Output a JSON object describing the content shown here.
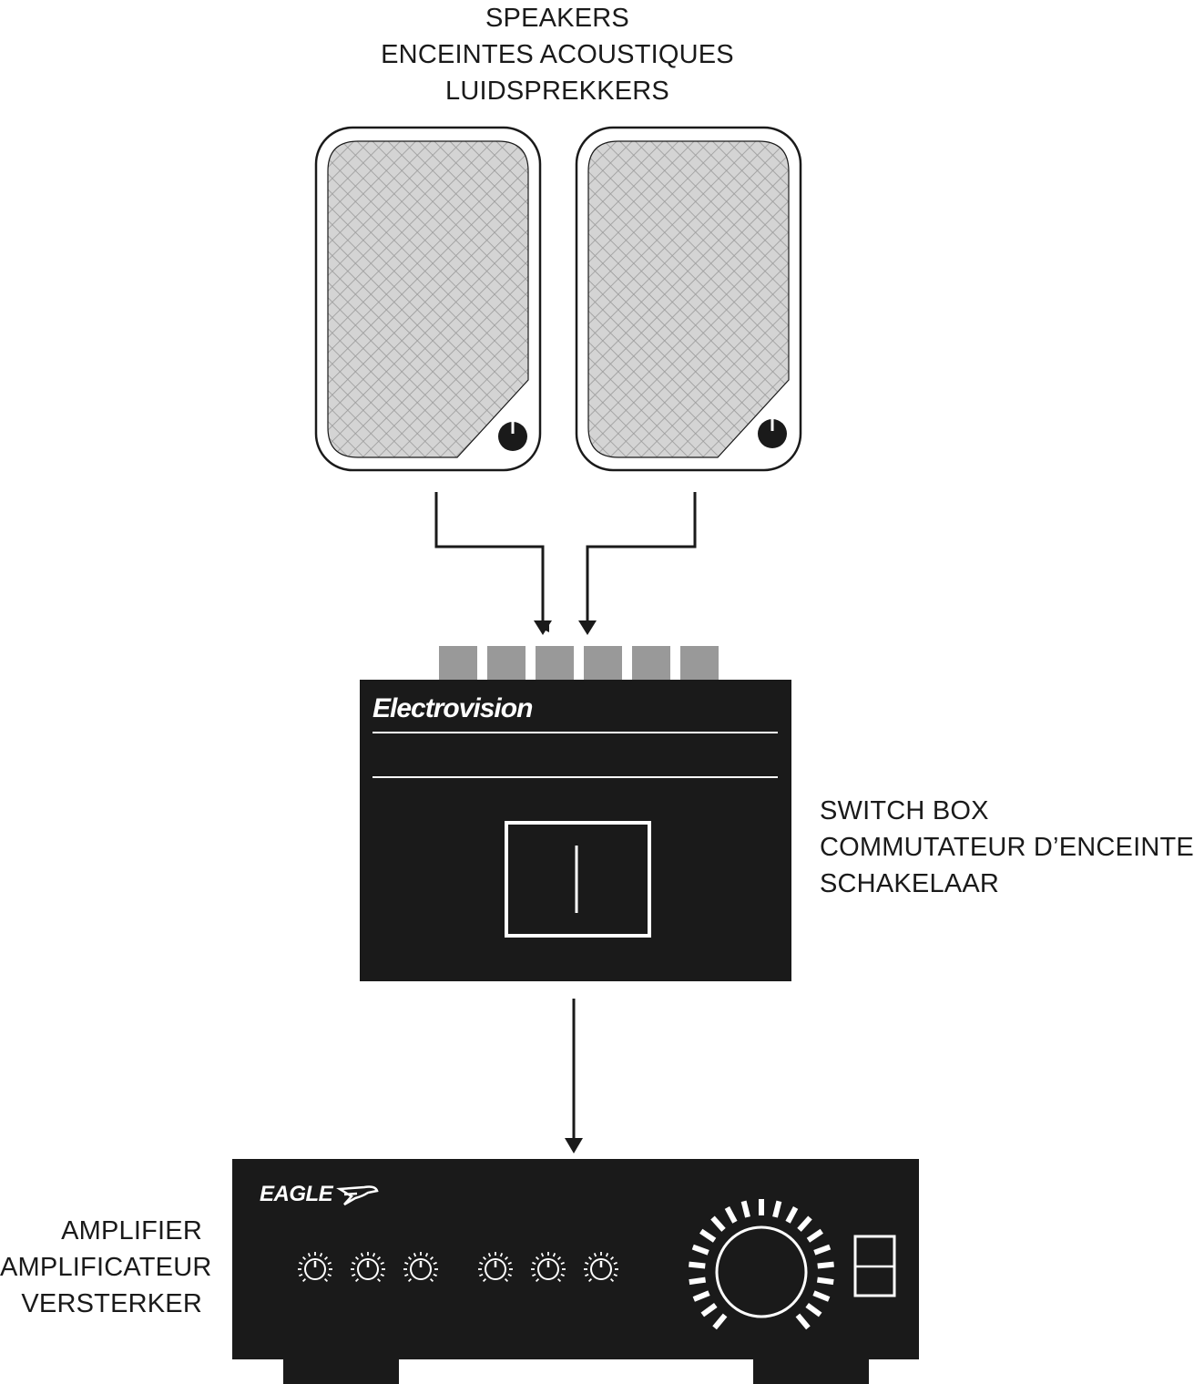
{
  "speakers": {
    "label_lines": [
      "SPEAKERS",
      "ENCEINTES ACOUSTIQUES",
      "LUIDSPREKKERS"
    ],
    "count": 2
  },
  "switch_box": {
    "brand": "Electrovision",
    "label_lines": [
      "SWITCH BOX",
      "COMMUTATEUR D’ENCEINTES",
      "SCHAKELAAR"
    ],
    "terminal_count": 6
  },
  "amplifier": {
    "brand": "EAGLE",
    "label_lines": [
      "AMPLIFIER",
      "AMPLIFICATEUR",
      "VERSTERKER"
    ],
    "small_knob_count": 6
  },
  "colors": {
    "ink": "#1a1a1a",
    "grille": "#d4d4d4",
    "terminal": "#999999",
    "paper": "#ffffff"
  }
}
